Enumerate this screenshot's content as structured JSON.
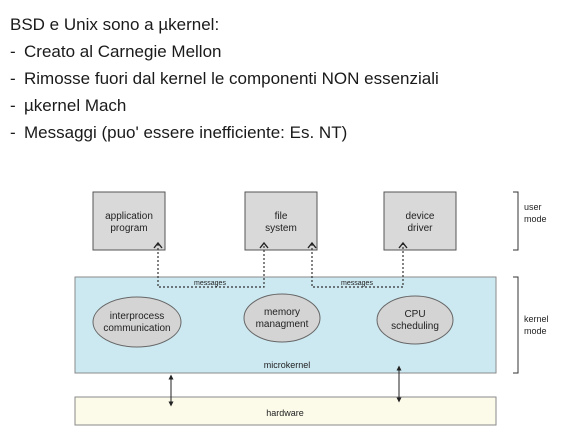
{
  "slide": {
    "heading": "BSD e Unix sono a µkernel:",
    "bullets": [
      "Creato al Carnegie Mellon",
      "Rimosse fuori dal kernel le componenti NON essenziali",
      "µkernel Mach",
      "Messaggi (puo' essere inefficiente: Es. NT)"
    ]
  },
  "diagram": {
    "user_boxes": {
      "application_program": [
        "application",
        "program"
      ],
      "file_system": [
        "file",
        "system"
      ],
      "device_driver": [
        "device",
        "driver"
      ]
    },
    "kernel_ellipses": {
      "interprocess_communication": [
        "interprocess",
        "communication"
      ],
      "memory_management": [
        "memory",
        "managment"
      ],
      "cpu_scheduling": [
        "CPU",
        "scheduling"
      ]
    },
    "messages_left": "messages",
    "messages_right": "messages",
    "microkernel": "microkernel",
    "hardware": "hardware",
    "mode_labels": {
      "user": [
        "user",
        "mode"
      ],
      "kernel": [
        "kernel",
        "mode"
      ]
    },
    "colors": {
      "user_box_fill": "#d9d9d9",
      "kernel_fill": "#cce9f1",
      "ellipse_fill": "#d4d4d4",
      "hardware_fill": "#fcfbea"
    }
  }
}
